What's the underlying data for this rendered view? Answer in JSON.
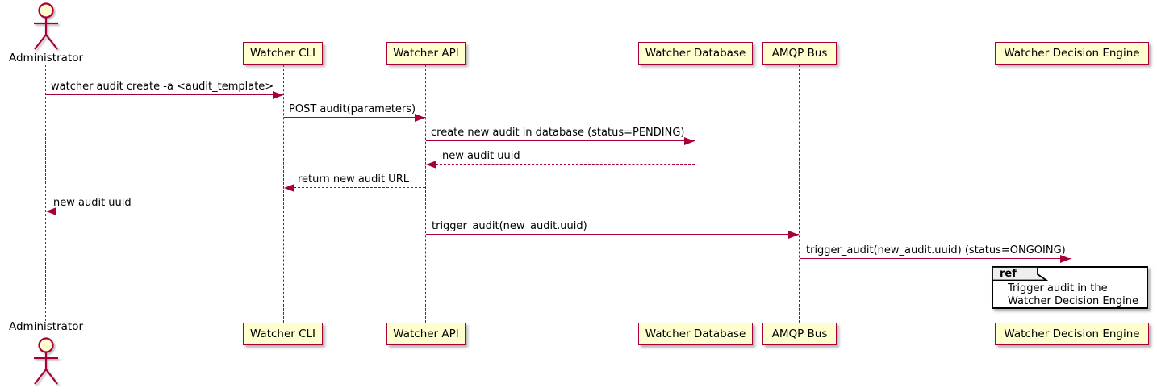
{
  "colors": {
    "line": "#A80036",
    "participant_fill": "#FEFECE",
    "ref_border": "#000000",
    "ref_header_bg": "#EEEEEE",
    "text": "#000000"
  },
  "actor": {
    "label": "Administrator"
  },
  "participants": [
    {
      "name": "Watcher CLI"
    },
    {
      "name": "Watcher API"
    },
    {
      "name": "Watcher Database"
    },
    {
      "name": "AMQP Bus"
    },
    {
      "name": "Watcher Decision Engine"
    }
  ],
  "messages": [
    {
      "from": "Administrator",
      "to": "Watcher CLI",
      "text": "watcher audit create -a <audit_template>",
      "line": "solid"
    },
    {
      "from": "Watcher CLI",
      "to": "Watcher API",
      "text": "POST audit(parameters)",
      "line": "solid"
    },
    {
      "from": "Watcher API",
      "to": "Watcher Database",
      "text": "create new audit in database (status=PENDING)",
      "line": "solid"
    },
    {
      "from": "Watcher Database",
      "to": "Watcher API",
      "text": "new audit uuid",
      "line": "dashed"
    },
    {
      "from": "Watcher API",
      "to": "Watcher CLI",
      "text": "return new audit URL",
      "line": "dashed"
    },
    {
      "from": "Watcher CLI",
      "to": "Administrator",
      "text": "new audit uuid",
      "line": "dashed"
    },
    {
      "from": "Watcher API",
      "to": "AMQP Bus",
      "text": "trigger_audit(new_audit.uuid)",
      "line": "solid"
    },
    {
      "from": "AMQP Bus",
      "to": "Watcher Decision Engine",
      "text": "trigger_audit(new_audit.uuid) (status=ONGOING)",
      "line": "solid"
    }
  ],
  "ref": {
    "tag": "ref",
    "line1": "Trigger audit in the",
    "line2": "Watcher Decision Engine"
  }
}
